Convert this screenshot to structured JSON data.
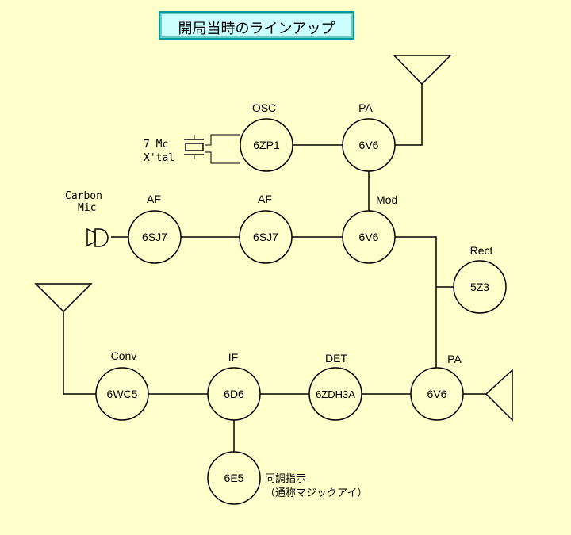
{
  "title": "開局当時のラインアップ",
  "transmitter": {
    "osc": {
      "label": "OSC",
      "tube": "6ZP1"
    },
    "pa": {
      "label": "PA",
      "tube": "6V6"
    },
    "crystal_line1": "7 Mc",
    "crystal_line2": "X'tal",
    "mic_line1": "Carbon",
    "mic_line2": "Mic",
    "af1": {
      "label": "AF",
      "tube": "6SJ7"
    },
    "af2": {
      "label": "AF",
      "tube": "6SJ7"
    },
    "mod": {
      "label": "Mod",
      "tube": "6V6"
    },
    "rect": {
      "label": "Rect",
      "tube": "5Z3"
    }
  },
  "receiver": {
    "conv": {
      "label": "Conv",
      "tube": "6WC5"
    },
    "if": {
      "label": "IF",
      "tube": "6D6"
    },
    "det": {
      "label": "DET",
      "tube": "6ZDH3A"
    },
    "pa": {
      "label": "PA",
      "tube": "6V6"
    },
    "tuning": {
      "tube": "6E5",
      "note_line1": "同調指示",
      "note_line2": "（通称マジックアイ）"
    }
  }
}
